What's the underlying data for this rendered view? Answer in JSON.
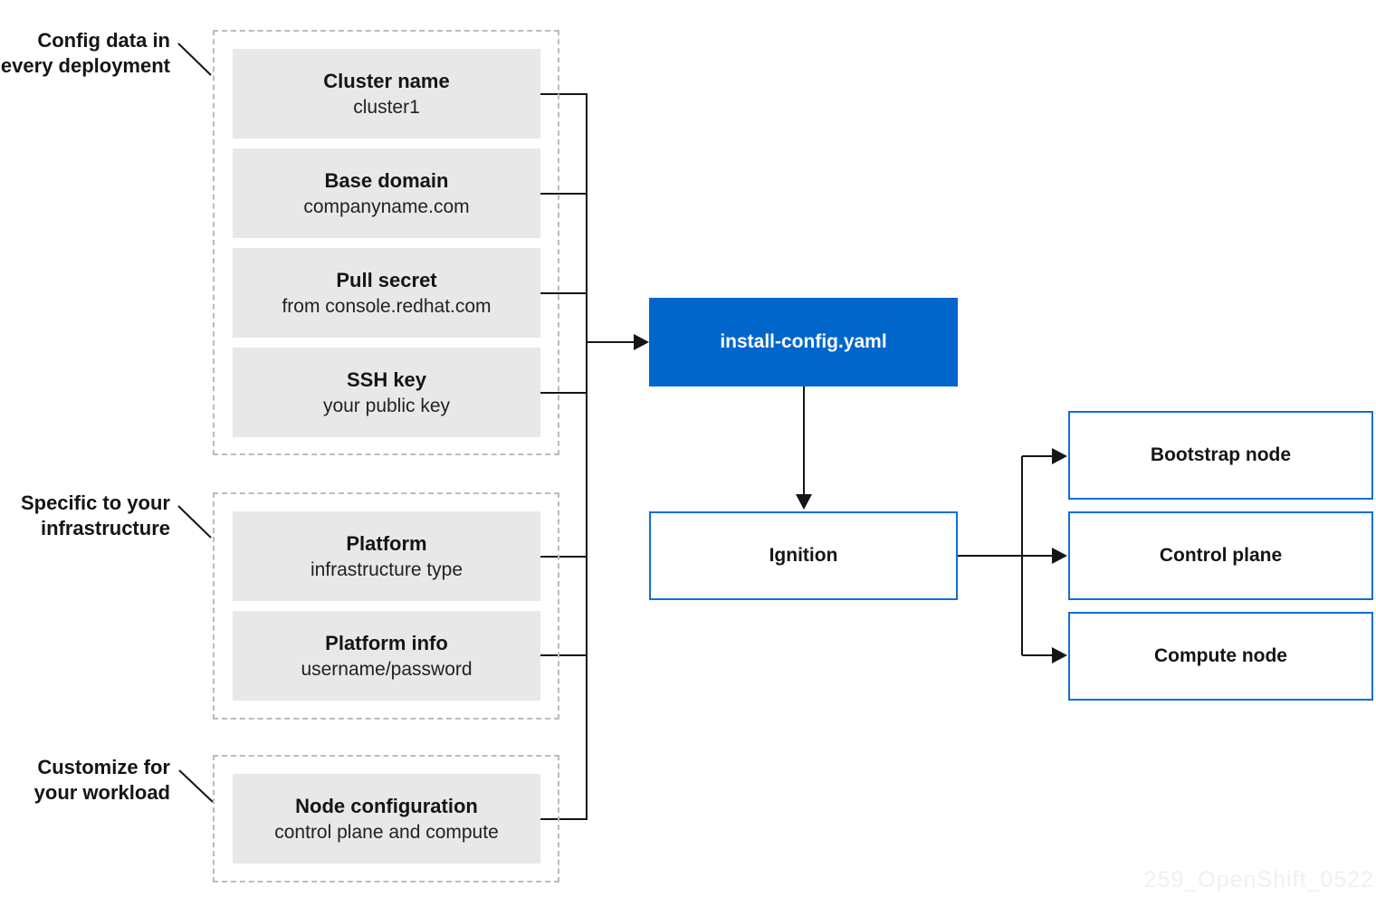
{
  "annotations": [
    {
      "line1": "Config data in",
      "line2": "every deployment"
    },
    {
      "line1": "Specific to your",
      "line2": "infrastructure"
    },
    {
      "line1": "Customize for",
      "line2": "your workload"
    }
  ],
  "config_items": [
    {
      "title": "Cluster name",
      "subtitle": "cluster1"
    },
    {
      "title": "Base domain",
      "subtitle": "companyname.com"
    },
    {
      "title": "Pull secret",
      "subtitle": "from console.redhat.com"
    },
    {
      "title": "SSH key",
      "subtitle": "your public key"
    }
  ],
  "infra_items": [
    {
      "title": "Platform",
      "subtitle": "infrastructure type"
    },
    {
      "title": "Platform info",
      "subtitle": "username/password"
    }
  ],
  "workload_items": [
    {
      "title": "Node configuration",
      "subtitle": "control plane and compute"
    }
  ],
  "flow": {
    "install_config": "install-config.yaml",
    "ignition": "Ignition"
  },
  "nodes": [
    "Bootstrap node",
    "Control plane",
    "Compute node"
  ],
  "watermark": "259_OpenShift_0522",
  "colors": {
    "accent_blue": "#0066cc",
    "outline_blue": "#0f6fd4",
    "item_gray": "#e8e8e8",
    "dash_gray": "#bcbcbc",
    "line_black": "#151515",
    "watermark_gray": "#f0f0f2"
  }
}
